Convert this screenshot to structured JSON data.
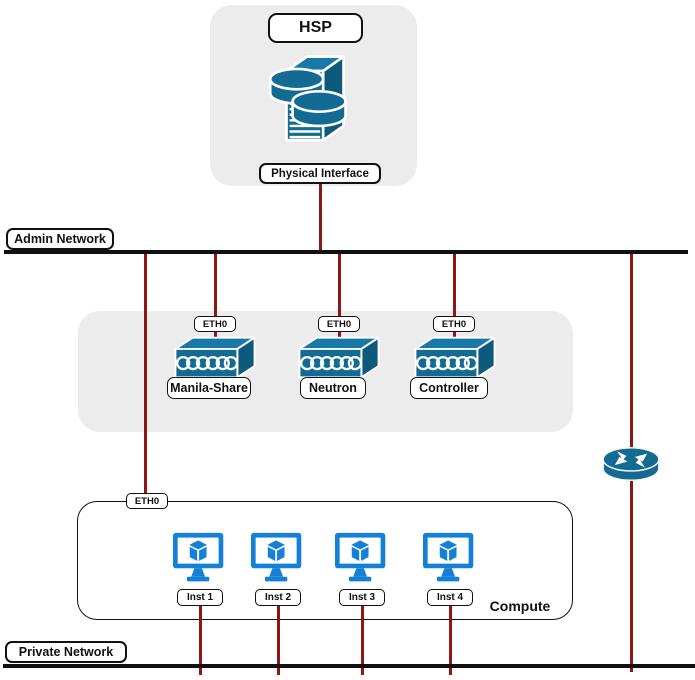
{
  "hsp": {
    "title": "HSP",
    "interface_label": "Physical Interface",
    "icon": "storage-server-icon"
  },
  "admin_network": {
    "label": "Admin Network"
  },
  "private_network": {
    "label": "Private Network"
  },
  "switch_group": {
    "switches": [
      {
        "name": "Manila-Share",
        "port": "ETH0",
        "icon": "switch-icon"
      },
      {
        "name": "Neutron",
        "port": "ETH0",
        "icon": "switch-icon"
      },
      {
        "name": "Controller",
        "port": "ETH0",
        "icon": "switch-icon"
      }
    ]
  },
  "compute": {
    "label": "Compute",
    "port": "ETH0",
    "instances": [
      {
        "name": "Inst 1",
        "icon": "instance-monitor-icon"
      },
      {
        "name": "Inst 2",
        "icon": "instance-monitor-icon"
      },
      {
        "name": "Inst 3",
        "icon": "instance-monitor-icon"
      },
      {
        "name": "Inst 4",
        "icon": "instance-monitor-icon"
      }
    ]
  },
  "router": {
    "icon": "router-icon"
  },
  "colors": {
    "connection_red": "#8f1713",
    "network_line_black": "#111111",
    "icon_teal": "#136b93",
    "icon_teal_top": "#1878a8",
    "icon_teal_side": "#0e5a7d",
    "icon_blue": "#1580d8",
    "panel_gray": "#ececec"
  }
}
